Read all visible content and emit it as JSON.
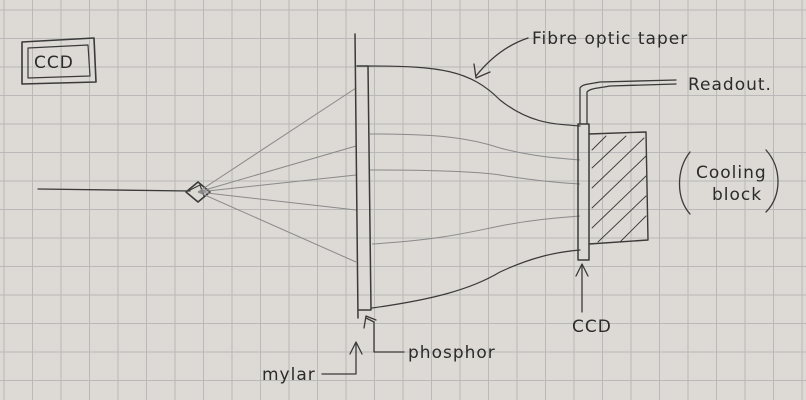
{
  "labels": {
    "ccd_box": "CCD",
    "fibre_optic_taper": "Fibre optic taper",
    "readout": "Readout.",
    "cooling_line1": "Cooling",
    "cooling_line2": "block",
    "ccd_bottom": "CCD",
    "phosphor": "phosphor",
    "mylar": "mylar"
  }
}
